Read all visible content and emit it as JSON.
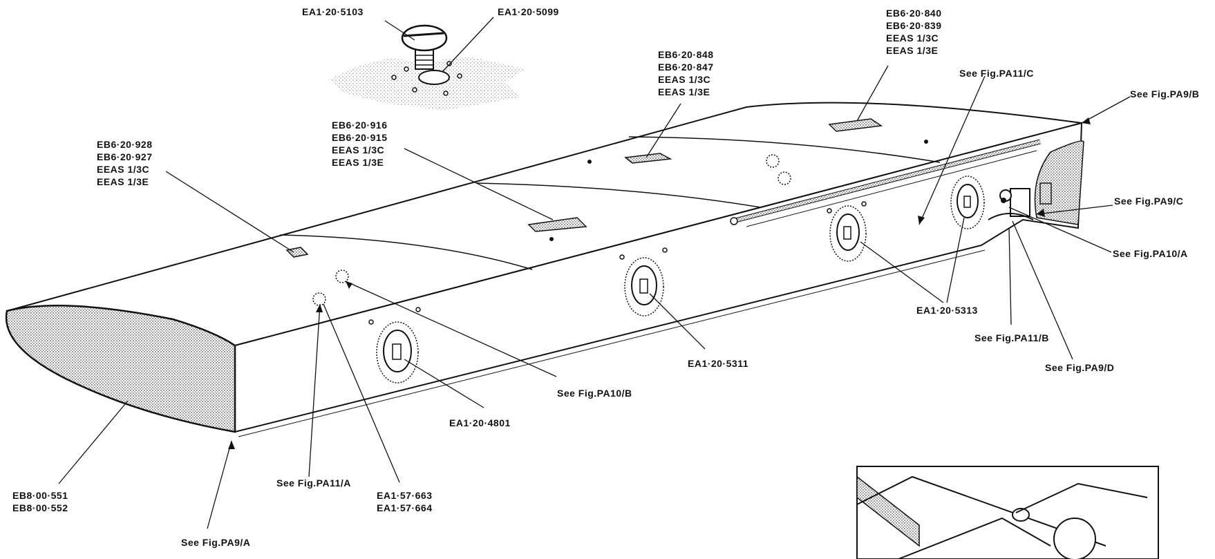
{
  "diagram": {
    "callouts": {
      "screw": [
        "EA1·20·5103"
      ],
      "screw_hole": [
        "EA1·20·5099"
      ],
      "panel_top_right": [
        "EB6·20·840",
        "EB6·20·839",
        "EEAS 1/3C",
        "EEAS 1/3E"
      ],
      "panel_mid_upper": [
        "EB6·20·848",
        "EB6·20·847",
        "EEAS 1/3C",
        "EEAS 1/3E"
      ],
      "panel_mid": [
        "EB6·20·916",
        "EB6·20·915",
        "EEAS 1/3C",
        "EEAS 1/3E"
      ],
      "panel_left": [
        "EB6·20·928",
        "EB6·20·927",
        "EEAS 1/3C",
        "EEAS 1/3E"
      ],
      "fig_pa11c": [
        "See Fig.PA11/C"
      ],
      "fig_pa9b": [
        "See Fig.PA9/B"
      ],
      "fig_pa9c": [
        "See Fig.PA9/C"
      ],
      "fig_pa10a": [
        "See Fig.PA10/A"
      ],
      "part_5313": [
        "EA1·20·5313"
      ],
      "fig_pa11b": [
        "See Fig.PA11/B"
      ],
      "fig_pa9d": [
        "See Fig.PA9/D"
      ],
      "part_5311": [
        "EA1·20·5311"
      ],
      "fig_pa10b": [
        "See Fig.PA10/B"
      ],
      "part_4801": [
        "EA1·20·4801"
      ],
      "tip_parts": [
        "EB8·00·551",
        "EB8·00·552"
      ],
      "fig_pa11a": [
        "See Fig.PA11/A"
      ],
      "part_663": [
        "EA1·57·663",
        "EA1·57·664"
      ],
      "fig_pa9a": [
        "See Fig.PA9/A"
      ]
    }
  }
}
